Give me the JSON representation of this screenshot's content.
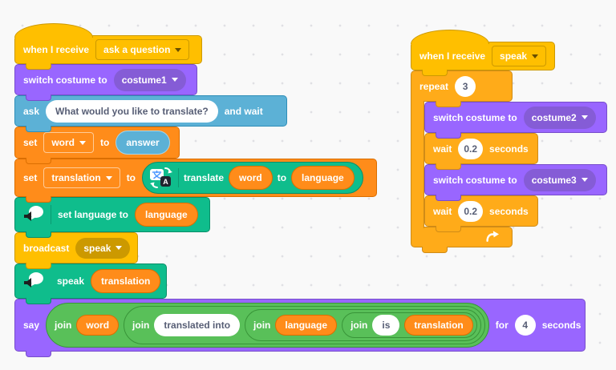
{
  "colors": {
    "background": "#F9F9F9",
    "events": "#FFBF00",
    "events_border": "#CC9900",
    "events_field": "#CC9900",
    "control": "#FFAB19",
    "control_border": "#CF8B17",
    "looks": "#9966FF",
    "looks_border": "#774DCB",
    "looks_field": "#855CD6",
    "sensing": "#5CB1D6",
    "sensing_border": "#2E8EB8",
    "variables": "#FF8C1A",
    "variables_border": "#DB6E00",
    "operators": "#59C059",
    "operators_border": "#389438",
    "extension": "#0FBD8C",
    "extension_border": "#0B8E69",
    "input_text": "#575E75"
  },
  "icons": {
    "translate": "translate-icon",
    "text_to_speech": "speech-bubble-speaker-icon",
    "loop": "loop-arrow-icon",
    "dropdown": "dropdown-arrow-icon"
  },
  "left_script": {
    "when_receive": {
      "label": "when I receive",
      "value": "ask a question"
    },
    "switch_costume": {
      "label": "switch costume to",
      "value": "costume1"
    },
    "ask": {
      "label": "ask",
      "value": "What would you like to translate?",
      "suffix": "and wait"
    },
    "set_word": {
      "label": "set",
      "variable": "word",
      "to": "to",
      "value": "answer"
    },
    "set_translation": {
      "label": "set",
      "variable": "translation",
      "to": "to"
    },
    "translate": {
      "label": "translate",
      "arg1": "word",
      "to": "to",
      "arg2": "language"
    },
    "set_language": {
      "label": "set language to",
      "value": "language"
    },
    "broadcast": {
      "label": "broadcast",
      "value": "speak"
    },
    "speak": {
      "label": "speak",
      "value": "translation"
    },
    "say": {
      "label": "say",
      "joins": [
        {
          "label": "join",
          "arg": "word"
        },
        {
          "label": "join",
          "arg": "translated into"
        },
        {
          "label": "join",
          "arg": "language"
        },
        {
          "label": "join",
          "arg1": "is",
          "arg2": "translation"
        }
      ],
      "for": "for",
      "duration": "4",
      "seconds": "seconds"
    }
  },
  "right_script": {
    "when_receive": {
      "label": "when I receive",
      "value": "speak"
    },
    "repeat": {
      "label": "repeat",
      "times": "3"
    },
    "switch_costume2": {
      "label": "switch costume to",
      "value": "costume2"
    },
    "wait1": {
      "label": "wait",
      "value": "0.2",
      "suffix": "seconds"
    },
    "switch_costume3": {
      "label": "switch costume to",
      "value": "costume3"
    },
    "wait2": {
      "label": "wait",
      "value": "0.2",
      "suffix": "seconds"
    }
  }
}
